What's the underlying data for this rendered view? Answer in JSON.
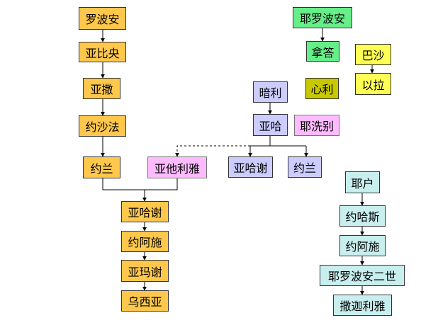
{
  "colors": {
    "orange": "#ffc84c",
    "green": "#66ee88",
    "yellow": "#ffff55",
    "olive": "#c8c800",
    "purple": "#ccccff",
    "pink": "#ffbbff",
    "cyan": "#c8eeee",
    "line": "#000000"
  },
  "left_chain": {
    "n1": "罗波安",
    "n2": "亚比央",
    "n3": "亚撒",
    "n4": "约沙法",
    "n5": "约兰",
    "spouse": "亚他利雅"
  },
  "bottom_chain": {
    "n1": "亚哈谢",
    "n2": "约阿施",
    "n3": "亚玛谢",
    "n4": "乌西亚"
  },
  "north": {
    "jeroboam": "耶罗波安",
    "nadab": "拿答",
    "baasha": "巴沙",
    "elah": "以拉",
    "zimri": "心利",
    "omri": "暗利",
    "ahab": "亚哈",
    "jezebel": "耶洗别",
    "ahaziah": "亚哈谢",
    "joram": "约兰"
  },
  "jehu_chain": {
    "n1": "耶户",
    "n2": "约哈斯",
    "n3": "约阿施",
    "n4": "耶罗波安二世",
    "n5": "撒迦利雅"
  }
}
